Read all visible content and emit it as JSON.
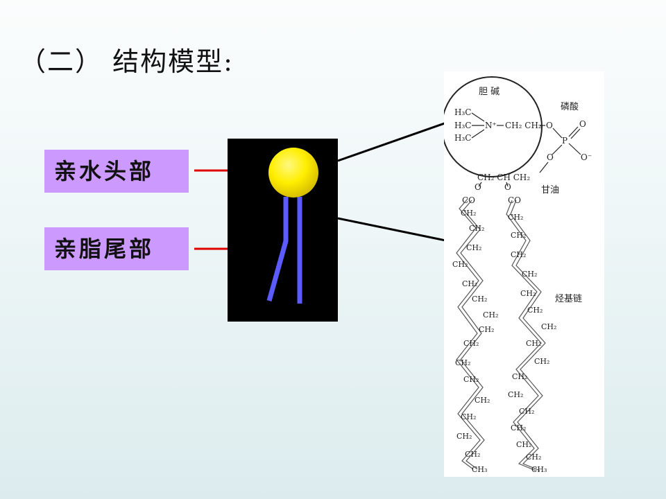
{
  "slide": {
    "title": "（二）  结构模型:"
  },
  "labels": {
    "hydrophilic_head": "亲水头部",
    "hydrophobic_tail": "亲脂尾部"
  },
  "colors": {
    "label_bg": "#cc99ff",
    "connector_line": "#e00000",
    "head_ball": "#ffee00",
    "tail_stick": "#5b5bff",
    "model_bg": "#000000"
  },
  "structure": {
    "choline_label": "胆  碱",
    "phosphate_label": "磷酸",
    "glycerol_label": "甘油",
    "hydrocarbon_label": "烃基链",
    "choline_groups": [
      "H₃C",
      "H₃C",
      "H₃C"
    ],
    "nitrogen": "N⁺",
    "choline_chain": "CH₂  CH₂",
    "phosphate_atoms": [
      "O",
      "P",
      "O",
      "O",
      "O⁻"
    ],
    "glycerol_backbone": "CH₂  CH  CH₂",
    "ester_o": "O",
    "carbonyl": "CO",
    "chain_unit": "CH₂",
    "chain_end": "CH₃"
  }
}
